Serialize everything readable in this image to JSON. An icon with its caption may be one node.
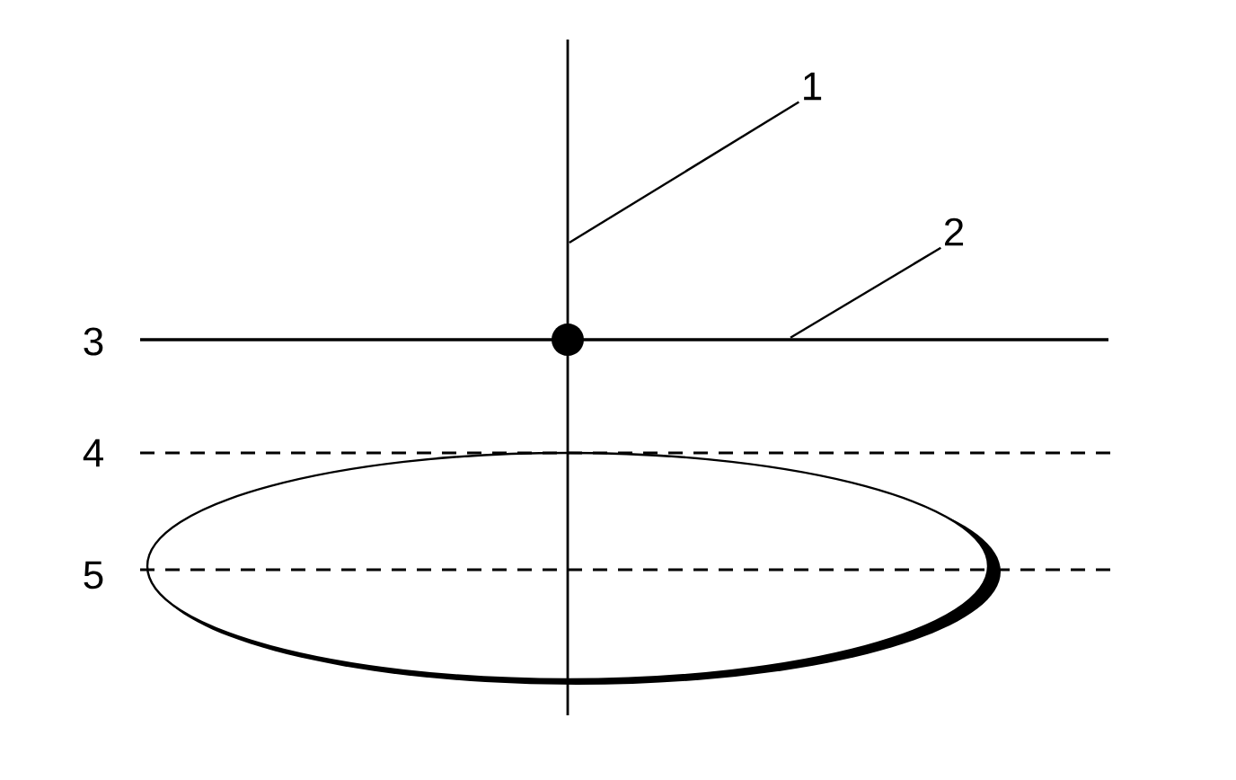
{
  "diagram": {
    "nodes": [
      {
        "text": [
          "1"
        ]
      },
      {
        "text": [],
        "shape": "line"
      },
      {
        "text": [
          "2"
        ]
      },
      {
        "text": [],
        "shape": "line"
      }
    ],
    "edges": [
      {
        "from": 0,
        "to": 1,
        "arrow": "none"
      },
      {
        "from": 2,
        "to": 3,
        "arrow": "none"
      }
    ],
    "labels": [
      "3",
      "4",
      "5"
    ]
  }
}
